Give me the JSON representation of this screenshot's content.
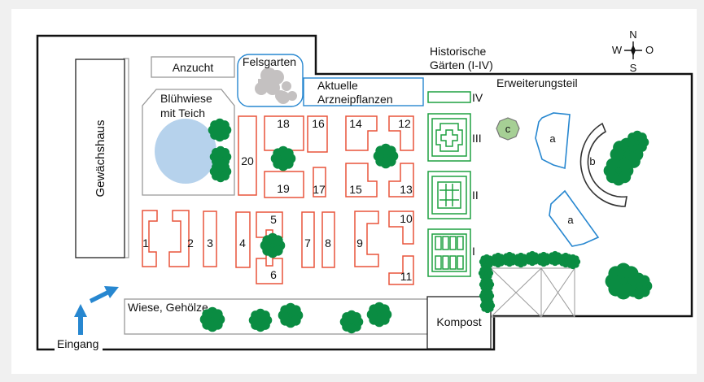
{
  "map": {
    "labels": {
      "greenhouse": "Gewächshaus",
      "nursery": "Anzucht",
      "rock_garden": "Felsgarten",
      "meadow_pond_line1": "Blühwiese",
      "meadow_pond_line2": "mit Teich",
      "current_plants_line1": "Aktuelle",
      "current_plants_line2": "Arzneipflanzen",
      "historic_line1": "Historische",
      "historic_line2": "Gärten (I-IV)",
      "extension": "Erweiterungsteil",
      "meadow_trees": "Wiese, Gehölze",
      "compost": "Kompost",
      "entrance": "Eingang"
    },
    "compass": {
      "north": "N",
      "south": "S",
      "west": "W",
      "east": "O"
    },
    "beds": [
      "1",
      "2",
      "3",
      "4",
      "5",
      "6",
      "7",
      "8",
      "9",
      "10",
      "11",
      "12",
      "13",
      "14",
      "15",
      "16",
      "17",
      "18",
      "19",
      "20"
    ],
    "historic_gardens": [
      "IV",
      "III",
      "II",
      "I"
    ],
    "extension_areas": {
      "a1": "a",
      "a2": "a",
      "b": "b",
      "c": "c"
    }
  },
  "colors": {
    "bed_outline": "#e8533a",
    "historic_outline": "#1fa040",
    "tree": "#0a8c42",
    "water": "#b6d2ec",
    "blue_outline": "#2787d0",
    "rock": "#c4c1c1",
    "arrow": "#2787d0",
    "circle_c": "#a6cf95"
  }
}
